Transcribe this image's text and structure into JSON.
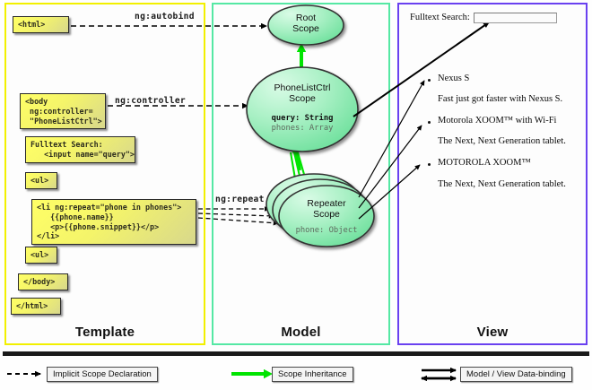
{
  "diagram": {
    "title": "AngularJS Template / Model / View scope diagram"
  },
  "panels": [
    {
      "id": "template",
      "label": "Template",
      "color": "#f2f000"
    },
    {
      "id": "model",
      "label": "Model",
      "color": "#55e8a4"
    },
    {
      "id": "view",
      "label": "View",
      "color": "#6a41f0"
    }
  ],
  "template": {
    "boxes": [
      {
        "name": "html-open-tag-box",
        "text": "<html>"
      },
      {
        "name": "body-controller-box",
        "text": "<body\n ng:controller=\n \"PhoneListCtrl\">"
      },
      {
        "name": "fulltext-search-input-box",
        "text": "Fulltext Search:\n   <input name=\"query\">"
      },
      {
        "name": "ul-open-tag-box",
        "text": "<ul>"
      },
      {
        "name": "li-repeat-box",
        "text": "<li ng:repeat=\"phone in phones\">\n   {{phone.name}}\n   <p>{{phone.snippet}}</p>\n</li>"
      },
      {
        "name": "ul-close-tag-box",
        "text": "<ul>"
      },
      {
        "name": "body-close-tag-box",
        "text": "</body>"
      },
      {
        "name": "html-close-tag-box",
        "text": "</html>"
      }
    ]
  },
  "model": {
    "scopes": [
      {
        "name": "root-scope",
        "title_line1": "Root",
        "title_line2": "Scope",
        "properties": []
      },
      {
        "name": "phonelistctrl-scope",
        "title_line1": "PhoneListCtrl",
        "title_line2": "Scope",
        "properties": [
          {
            "text": "query: String",
            "emphasis": "strong"
          },
          {
            "text": "phones: Array",
            "emphasis": "dim"
          }
        ]
      },
      {
        "name": "repeater-scope",
        "title_line1": "Repeater",
        "title_line2": "Scope",
        "stack_count": 3,
        "properties": [
          {
            "text": "phone: Object",
            "emphasis": "dim"
          }
        ]
      }
    ],
    "edge_labels": [
      {
        "name": "ng-autobind-label",
        "text": "ng:autobind"
      },
      {
        "name": "ng-controller-label",
        "text": "ng:controller"
      },
      {
        "name": "ng-repeat-label",
        "text": "ng:repeat"
      }
    ]
  },
  "view": {
    "search_label": "Fulltext Search:",
    "search_value": "",
    "search_placeholder": "",
    "items": [
      {
        "name": "Nexus S",
        "snippet": "Fast just got faster with Nexus S."
      },
      {
        "name": "Motorola XOOM™  with Wi-Fi",
        "snippet": "The Next, Next Generation tablet."
      },
      {
        "name": "MOTOROLA XOOM™",
        "snippet": "The Next, Next Generation tablet."
      }
    ]
  },
  "legend": [
    {
      "name": "legend-implicit-scope-declaration",
      "label": "Implicit Scope Declaration",
      "arrow": "dashed-black",
      "color": "#000000"
    },
    {
      "name": "legend-scope-inheritance",
      "label": "Scope Inheritance",
      "arrow": "solid-green",
      "color": "#00e400"
    },
    {
      "name": "legend-model-view-data-binding",
      "label": "Model / View Data-binding",
      "arrow": "double-black",
      "color": "#000000"
    }
  ],
  "colors": {
    "template_border": "#f2f000",
    "model_border": "#55e8a4",
    "view_border": "#6a41f0",
    "code_box_fill": "#ffff66",
    "scope_fill": "#8ef0b4",
    "inheritance_arrow": "#00e400"
  }
}
